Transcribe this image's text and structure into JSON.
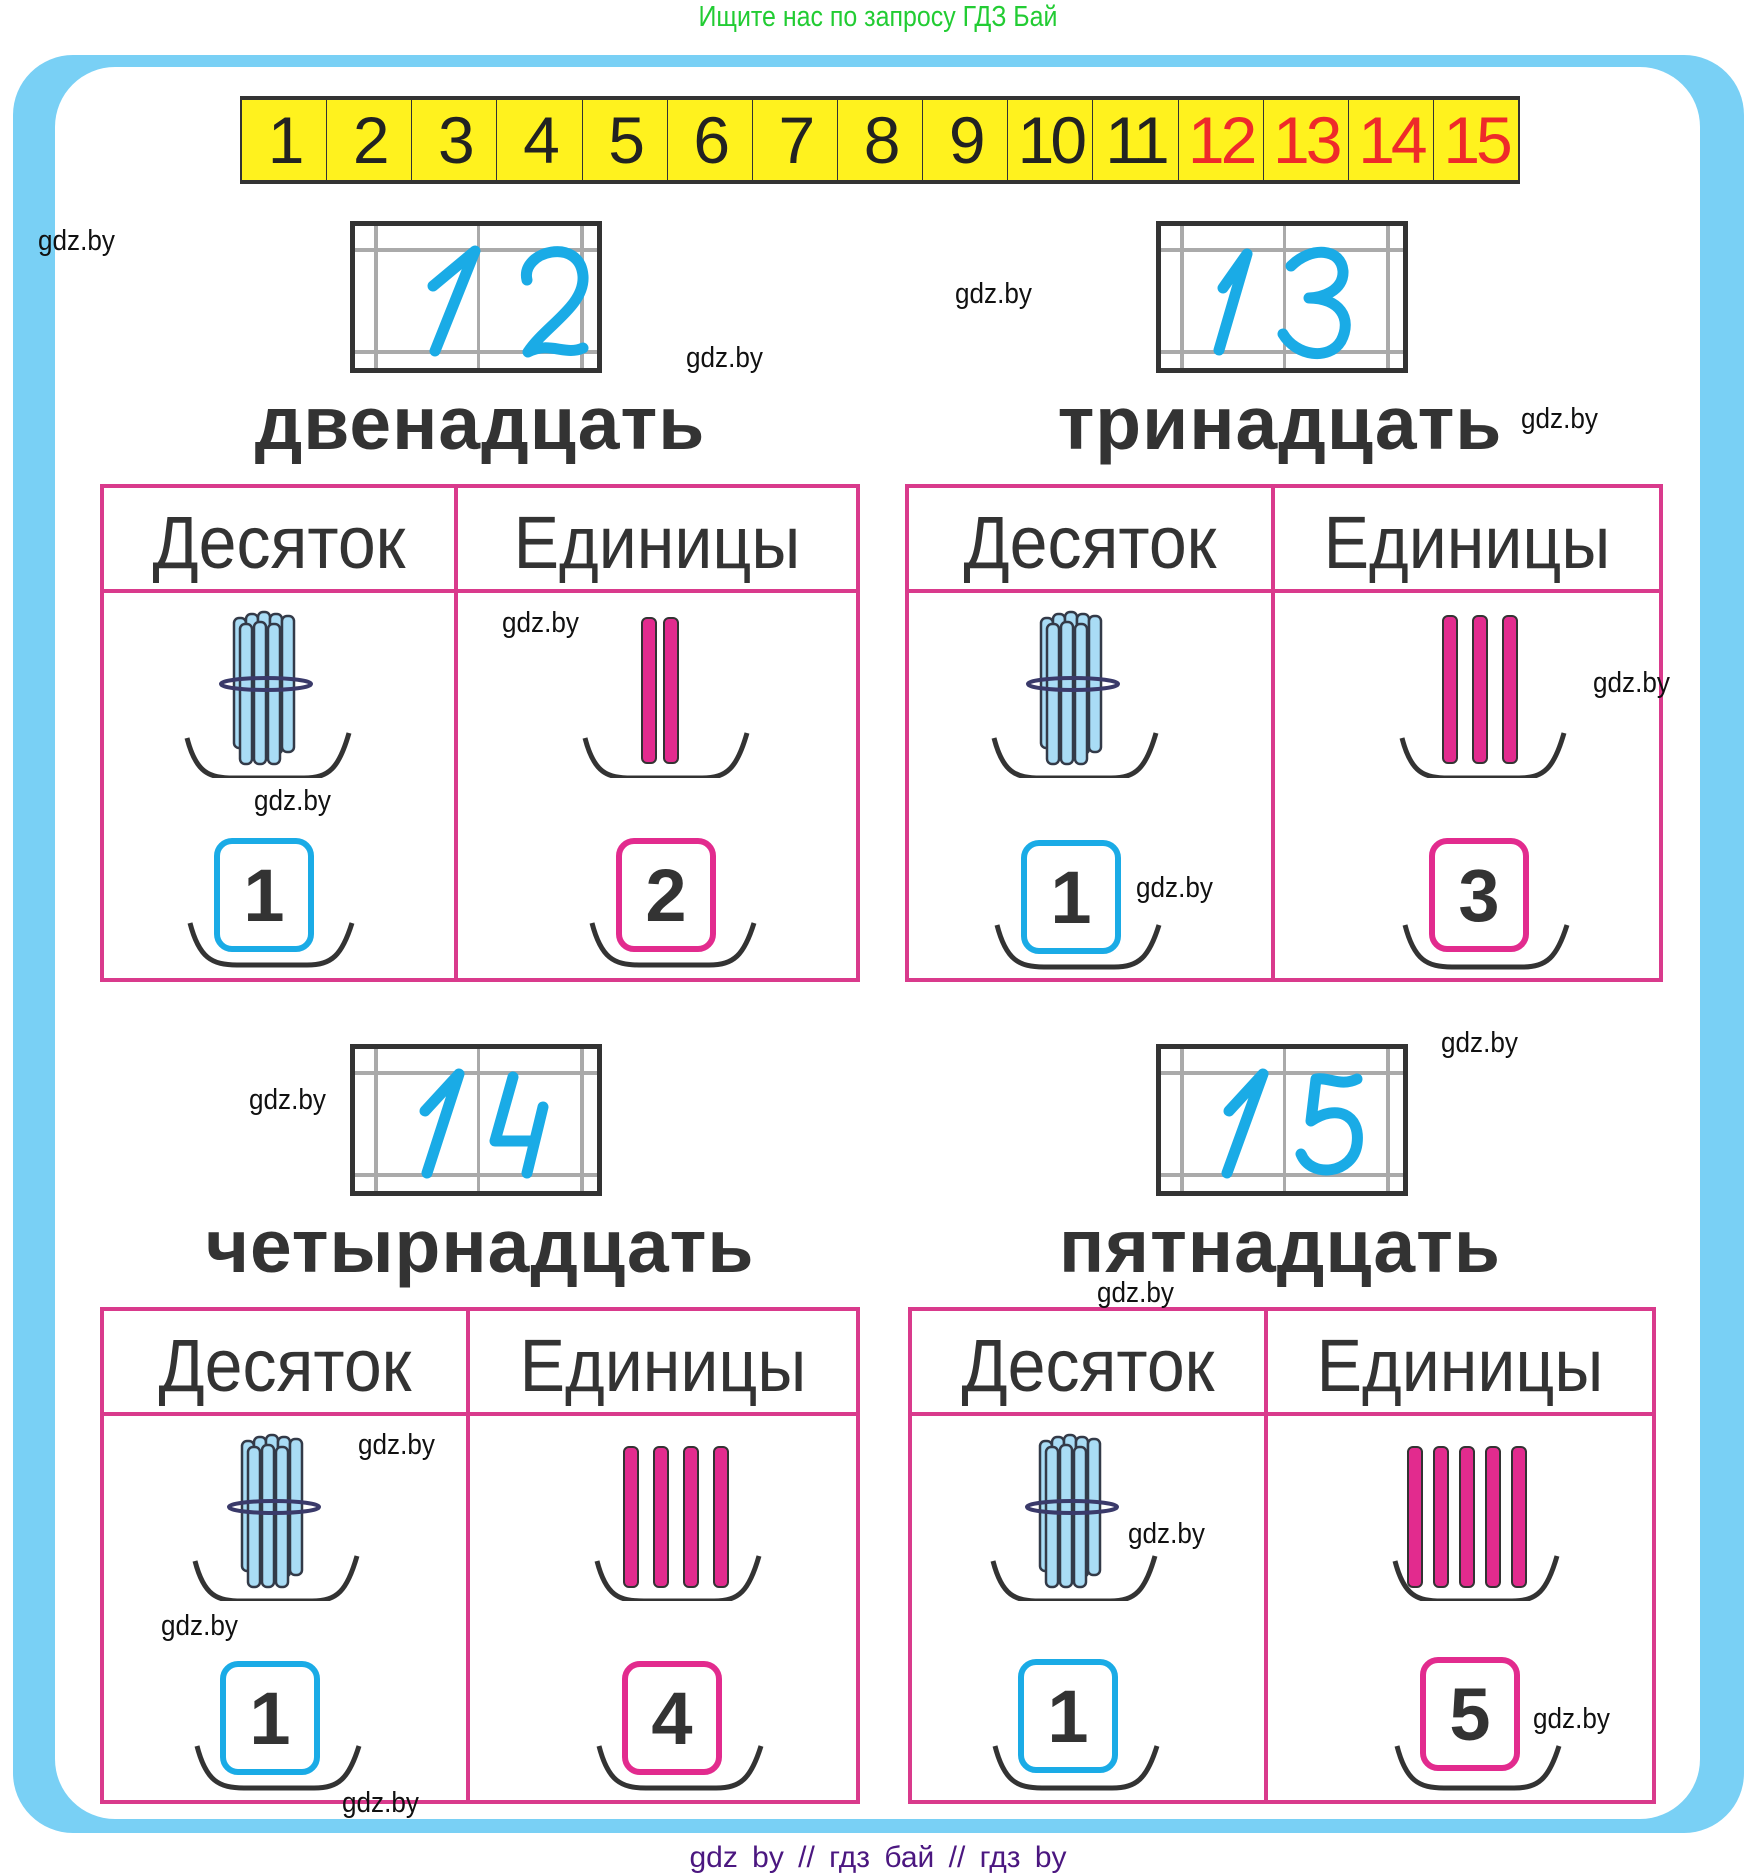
{
  "banner": {
    "text": "Ищите нас по запросу ГДЗ Бай",
    "color": "#22cc33"
  },
  "number_strip": {
    "cells": [
      "1",
      "2",
      "3",
      "4",
      "5",
      "6",
      "7",
      "8",
      "9",
      "10",
      "11",
      "12",
      "13",
      "14",
      "15"
    ],
    "highlighted": [
      "12",
      "13",
      "14",
      "15"
    ],
    "background": "#fff21e",
    "highlight_color": "#ee2a2a"
  },
  "sections": [
    {
      "number": "12",
      "handwritten": [
        "1",
        "2"
      ],
      "word": "двенадцать",
      "table": {
        "tens_label": "Десяток",
        "units_label": "Единицы",
        "tens_bundles": 1,
        "unit_sticks": 2,
        "tens_digit": "1",
        "units_digit": "2"
      }
    },
    {
      "number": "13",
      "handwritten": [
        "1",
        "3"
      ],
      "word": "тринадцать",
      "table": {
        "tens_label": "Десяток",
        "units_label": "Единицы",
        "tens_bundles": 1,
        "unit_sticks": 3,
        "tens_digit": "1",
        "units_digit": "3"
      }
    },
    {
      "number": "14",
      "handwritten": [
        "1",
        "4"
      ],
      "word": "четырнадцать",
      "table": {
        "tens_label": "Десяток",
        "units_label": "Единицы",
        "tens_bundles": 1,
        "unit_sticks": 4,
        "tens_digit": "1",
        "units_digit": "4"
      }
    },
    {
      "number": "15",
      "handwritten": [
        "1",
        "5"
      ],
      "word": "пятнадцать",
      "table": {
        "tens_label": "Десяток",
        "units_label": "Единицы",
        "tens_bundles": 1,
        "unit_sticks": 5,
        "tens_digit": "1",
        "units_digit": "5"
      }
    }
  ],
  "watermark": "gdz.by",
  "footer": {
    "text": "gdz by  //  гдз бай  //  гдз by",
    "color": "#4b1780"
  },
  "colors": {
    "frame": "#79d0f5",
    "table_border": "#d93a8c",
    "tens_box": "#1aabe6",
    "units_box": "#e22b8e",
    "stick_pink": "#e22b8e",
    "bundle_blue": "#a9dcf5",
    "handwriting": "#1aabe6"
  }
}
